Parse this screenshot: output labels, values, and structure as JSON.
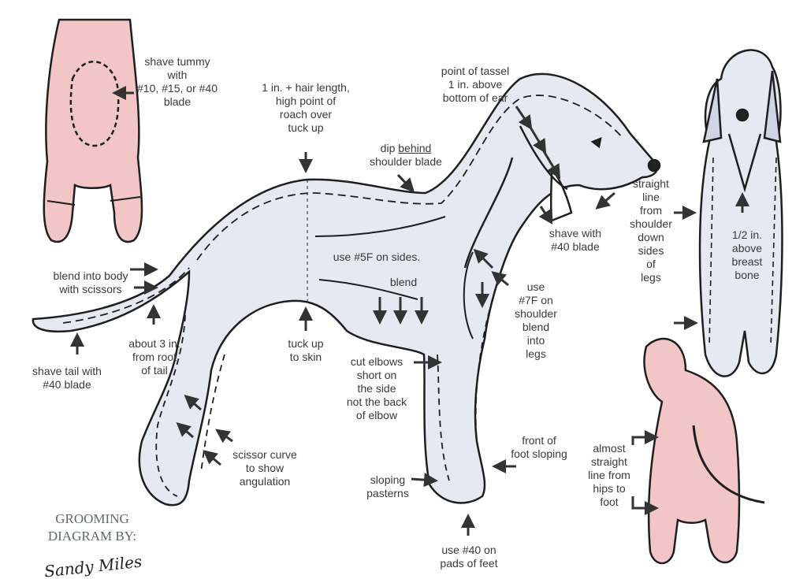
{
  "colors": {
    "body_fill": "#e6e9f2",
    "pink_fill": "#f2c6c6",
    "outline": "#1e1e1e",
    "text": "#3a3a3a",
    "credit": "#5d6a63"
  },
  "labels": {
    "tummy": [
      "shave tummy",
      "with",
      "#10, #15, or #40",
      "blade"
    ],
    "roach": [
      "1 in. + hair length,",
      "high point of",
      "roach over",
      "tuck up"
    ],
    "tassel": [
      "point of tassel",
      "1 in. above",
      "bottom of ear"
    ],
    "dip": {
      "word": "dip",
      "underlined": "behind",
      "rest": "shoulder blade"
    },
    "shave_head": [
      "shave with",
      "#40 blade"
    ],
    "straight_line": [
      "straight",
      "line",
      "from",
      "shoulder",
      "down",
      "sides",
      "of",
      "legs"
    ],
    "breast": [
      "1/2 in.",
      "above",
      "breast",
      "bone"
    ],
    "sides": "use #5F on sides.",
    "blend": "blend",
    "shoulder": [
      "use",
      "#7F on",
      "shoulder",
      "blend",
      "into",
      "legs"
    ],
    "blend_body": [
      "blend into body",
      "with scissors"
    ],
    "tail_root": [
      "about 3 in.",
      "from root",
      "of tail"
    ],
    "shave_tail": [
      "shave tail with",
      "#40 blade"
    ],
    "tuck": [
      "tuck up",
      "to skin"
    ],
    "elbows": [
      "cut elbows",
      "short on",
      "the side",
      "not the back",
      "of elbow"
    ],
    "scissor": [
      "scissor curve",
      "to show",
      "angulation"
    ],
    "front_foot": [
      "front of",
      "foot sloping"
    ],
    "pasterns": [
      "sloping",
      "pasterns"
    ],
    "pads": [
      "use #40 on",
      "pads of feet"
    ],
    "hips": [
      "almost",
      "straight",
      "line from",
      "hips to",
      "foot"
    ]
  },
  "credit": [
    "GROOMING",
    "DIAGRAM BY:"
  ],
  "signature": "Sandy Miles"
}
